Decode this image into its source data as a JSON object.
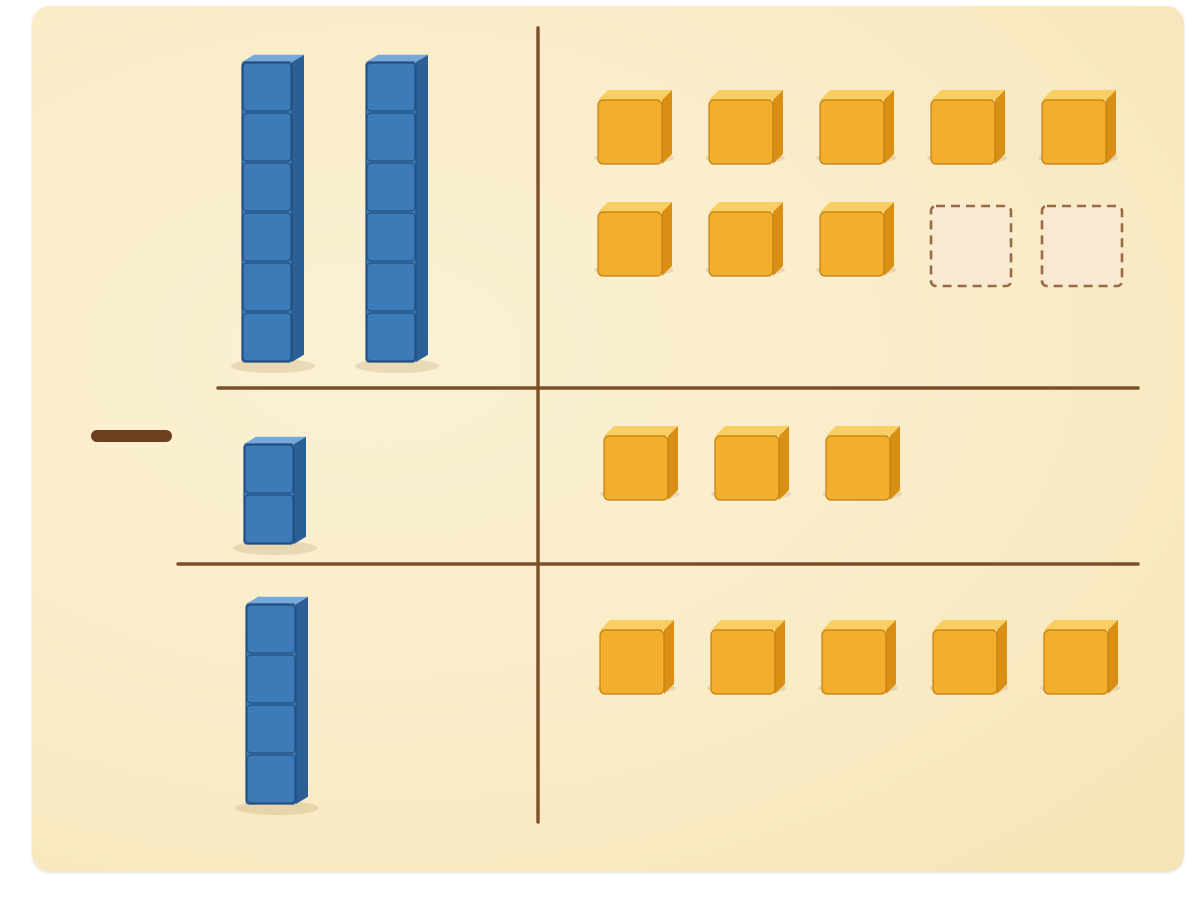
{
  "operation": {
    "symbol": "minus",
    "icon": "minus-sign-icon"
  },
  "colors": {
    "tens_rod": "#3d7bb8",
    "ones_cube": "#f2ae2c",
    "divider": "#7a4f2a",
    "board": "#f9ecc7"
  },
  "rows": [
    {
      "role": "minuend",
      "tens": 2,
      "rod_length": 6,
      "ones": 8,
      "empty_slots": 2
    },
    {
      "role": "subtrahend",
      "tens": 1,
      "rod_length": 2,
      "ones": 3,
      "empty_slots": 0
    },
    {
      "role": "difference",
      "tens": 1,
      "rod_length": 4,
      "ones": 5,
      "empty_slots": 0
    }
  ]
}
